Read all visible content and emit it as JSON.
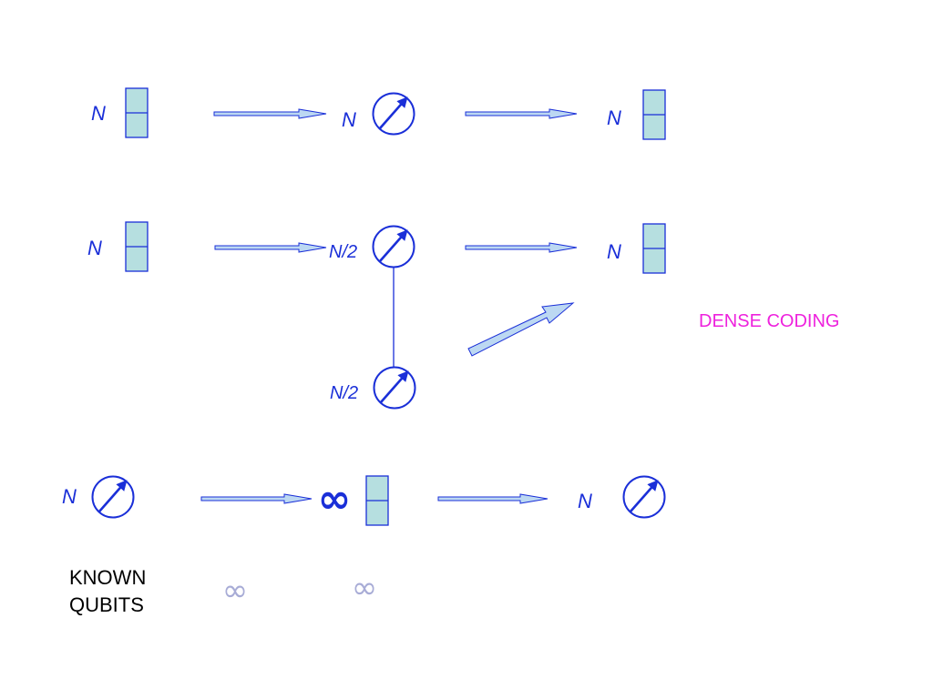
{
  "colors": {
    "ink": "#1a2fd8",
    "box_fill": "#b6dfe0",
    "arrow_fill": "#bcd8f2",
    "caption": "#ee22dd",
    "text_black": "#000000",
    "faint": "#a8acd6"
  },
  "rows": {
    "classical": {
      "left_label": "N",
      "middle_label": "N",
      "right_label": "N"
    },
    "dense_coding": {
      "left_label": "N",
      "upper_qubit_label": "N/2",
      "lower_qubit_label": "N/2",
      "right_label": "N",
      "caption": "DENSE CODING"
    },
    "known_qubits": {
      "left_label": "N",
      "middle_label": "∞",
      "right_label": "N",
      "footnote_line1": "KNOWN",
      "footnote_line2": "QUBITS",
      "faint_symbol_1": "∞",
      "faint_symbol_2": "∞"
    }
  },
  "icons": {
    "bit_box": "two-cell-bit-icon",
    "qubit": "qubit-arrow-circle-icon",
    "arrow": "right-arrow-icon",
    "diagonal_arrow": "diagonal-arrow-icon"
  }
}
